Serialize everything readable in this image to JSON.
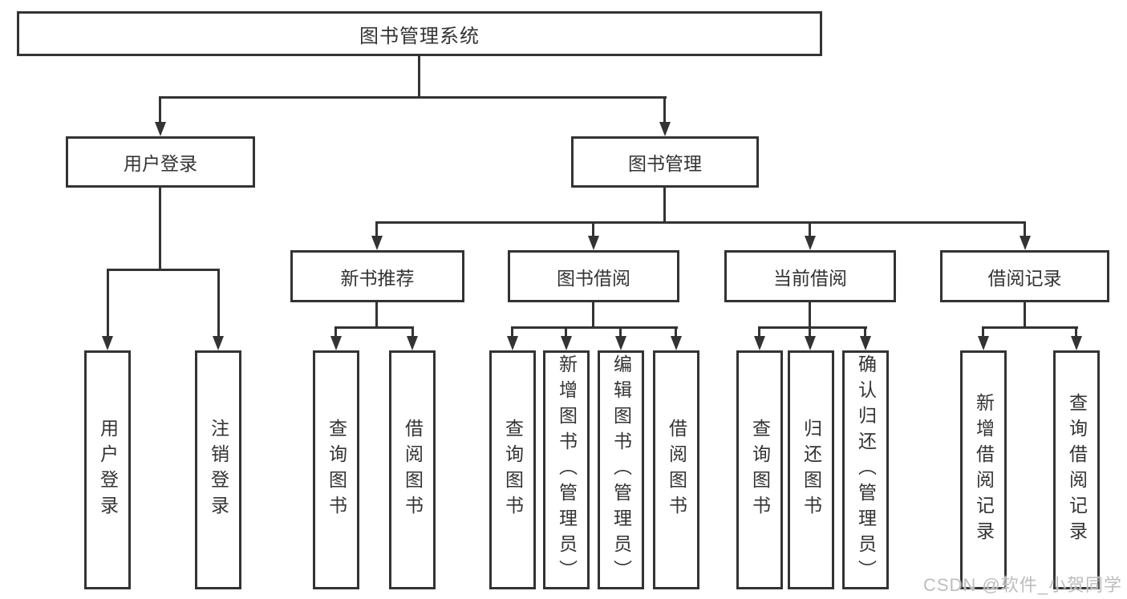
{
  "tree": {
    "label": "图书管理系统",
    "children": [
      {
        "label": "用户登录",
        "children": [
          {
            "label": "用户登录"
          },
          {
            "label": "注销登录"
          }
        ]
      },
      {
        "label": "图书管理",
        "children": [
          {
            "label": "新书推荐",
            "children": [
              {
                "label": "查询图书"
              },
              {
                "label": "借阅图书"
              }
            ]
          },
          {
            "label": "图书借阅",
            "children": [
              {
                "label": "查询图书"
              },
              {
                "label": "新增图书（管理员）"
              },
              {
                "label": "编辑图书（管理员）"
              },
              {
                "label": "借阅图书"
              }
            ]
          },
          {
            "label": "当前借阅",
            "children": [
              {
                "label": "查询图书"
              },
              {
                "label": "归还图书"
              },
              {
                "label": "确认归还（管理员）"
              }
            ]
          },
          {
            "label": "借阅记录",
            "children": [
              {
                "label": "新增借阅记录"
              },
              {
                "label": "查询借阅记录"
              }
            ]
          }
        ]
      }
    ]
  },
  "watermark": {
    "text": "CSDN @软件_小贺同学"
  },
  "colors": {
    "line": "#333333",
    "text": "#333333",
    "watermark_text": "#bdbdbd",
    "background": "#ffffff"
  }
}
